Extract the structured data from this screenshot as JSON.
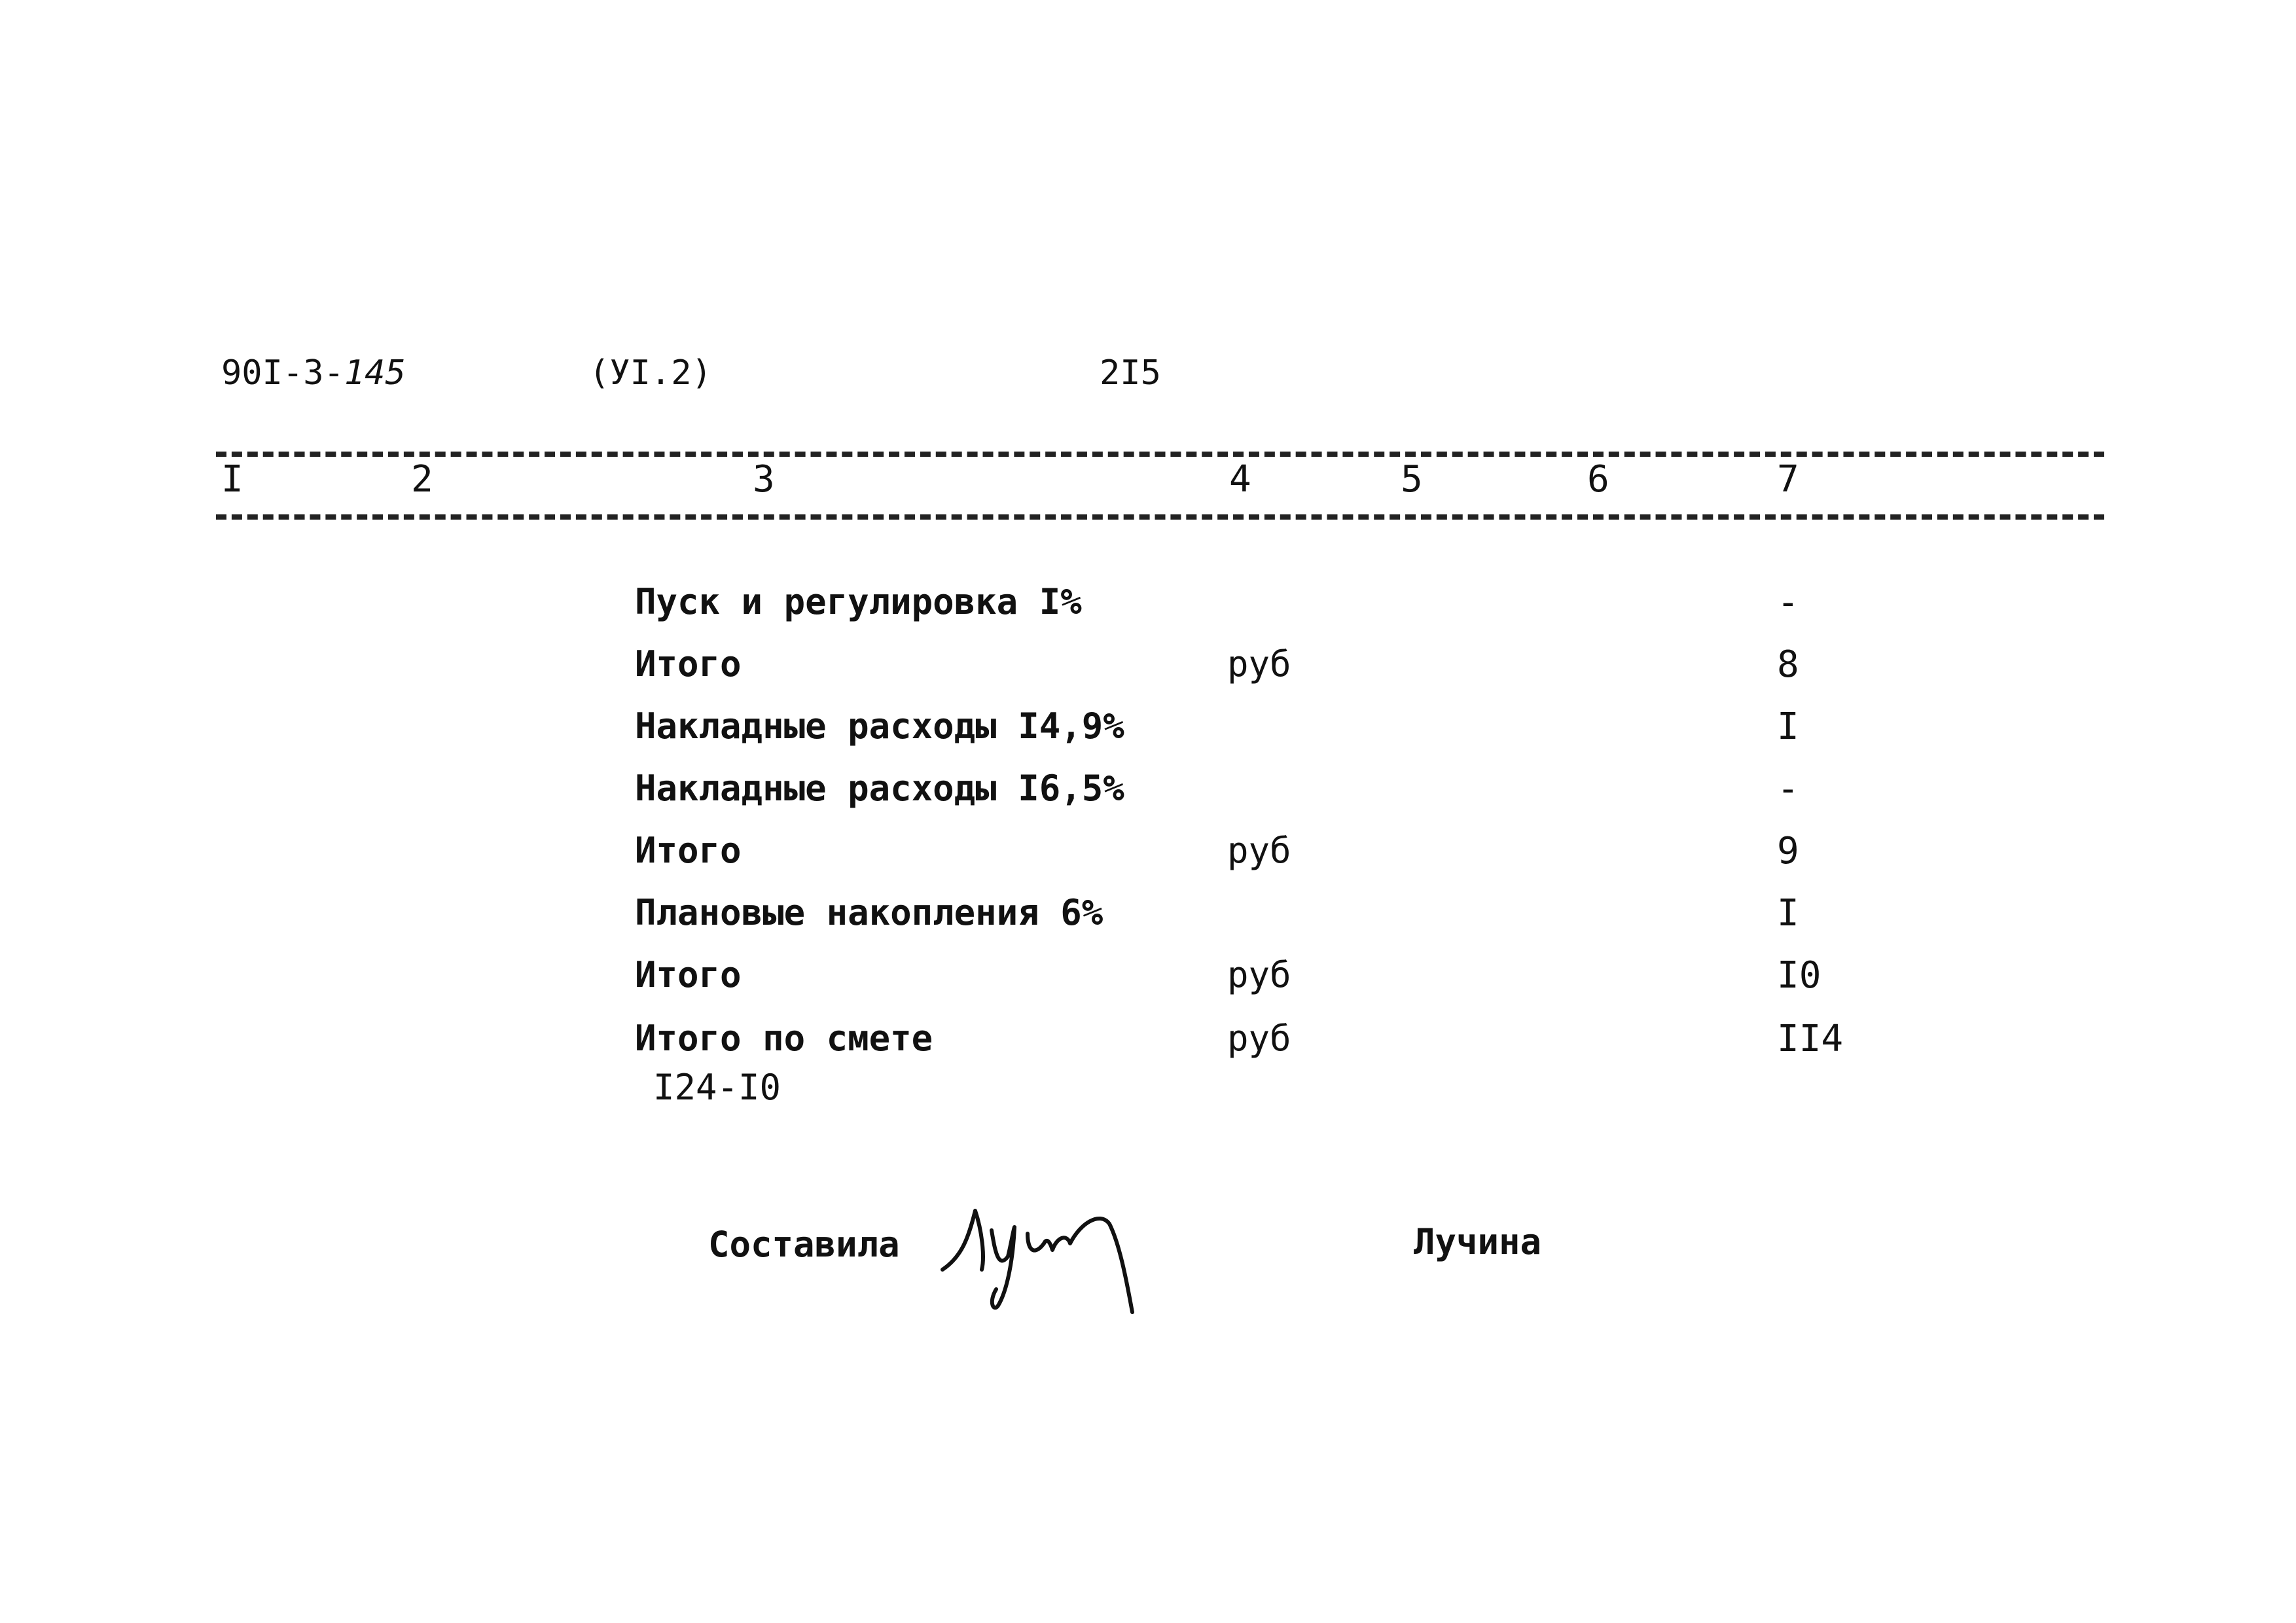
{
  "header": {
    "doc_number_prefix": "90I-3-",
    "doc_number_handwritten": "145",
    "section": "(УI.2)",
    "page": "2I5"
  },
  "column_numbers": [
    "I",
    "2",
    "3",
    "4",
    "5",
    "6",
    "7"
  ],
  "rows": [
    {
      "label": "Пуск и регулировка I%",
      "unit": "",
      "value": "-"
    },
    {
      "label": "Итого",
      "unit": "руб",
      "value": "8"
    },
    {
      "label": "Накладные расходы I4,9%",
      "unit": "",
      "value": "I"
    },
    {
      "label": "Накладные расходы I6,5%",
      "unit": "",
      "value": "-"
    },
    {
      "label": "Итого",
      "unit": "руб",
      "value": "9"
    },
    {
      "label": "Плановые накопления 6%",
      "unit": "",
      "value": "I"
    },
    {
      "label": "Итого",
      "unit": "руб",
      "value": "I0"
    },
    {
      "label": "Итого по смете",
      "unit": "руб",
      "value": "II4"
    }
  ],
  "total_code": "I24-I0",
  "signature": {
    "label": "Составила",
    "name": "Лучина"
  }
}
